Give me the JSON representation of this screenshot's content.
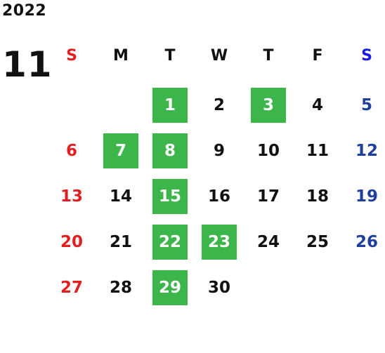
{
  "calendar": {
    "year": "2022",
    "month": "11",
    "weekday_headers": [
      "S",
      "M",
      "T",
      "W",
      "T",
      "F",
      "S"
    ],
    "colors": {
      "highlight": "#3cb54a",
      "sunday": "#e02020",
      "saturday": "#1f3f9a",
      "saturday_header": "#1a1ae0",
      "default": "#111111"
    },
    "weeks": [
      [
        {
          "day": ""
        },
        {
          "day": ""
        },
        {
          "day": "1",
          "highlighted": true
        },
        {
          "day": "2",
          "highlighted": false
        },
        {
          "day": "3",
          "highlighted": true
        },
        {
          "day": "4",
          "highlighted": false
        },
        {
          "day": "5",
          "highlighted": false
        }
      ],
      [
        {
          "day": "6",
          "highlighted": false
        },
        {
          "day": "7",
          "highlighted": true
        },
        {
          "day": "8",
          "highlighted": true
        },
        {
          "day": "9",
          "highlighted": false
        },
        {
          "day": "10",
          "highlighted": false
        },
        {
          "day": "11",
          "highlighted": false
        },
        {
          "day": "12",
          "highlighted": false
        }
      ],
      [
        {
          "day": "13",
          "highlighted": false
        },
        {
          "day": "14",
          "highlighted": false
        },
        {
          "day": "15",
          "highlighted": true
        },
        {
          "day": "16",
          "highlighted": false
        },
        {
          "day": "17",
          "highlighted": false
        },
        {
          "day": "18",
          "highlighted": false
        },
        {
          "day": "19",
          "highlighted": false
        }
      ],
      [
        {
          "day": "20",
          "highlighted": false
        },
        {
          "day": "21",
          "highlighted": false
        },
        {
          "day": "22",
          "highlighted": true
        },
        {
          "day": "23",
          "highlighted": true
        },
        {
          "day": "24",
          "highlighted": false
        },
        {
          "day": "25",
          "highlighted": false
        },
        {
          "day": "26",
          "highlighted": false
        }
      ],
      [
        {
          "day": "27",
          "highlighted": false
        },
        {
          "day": "28",
          "highlighted": false
        },
        {
          "day": "29",
          "highlighted": true
        },
        {
          "day": "30",
          "highlighted": false
        },
        {
          "day": ""
        },
        {
          "day": ""
        },
        {
          "day": ""
        }
      ]
    ]
  }
}
